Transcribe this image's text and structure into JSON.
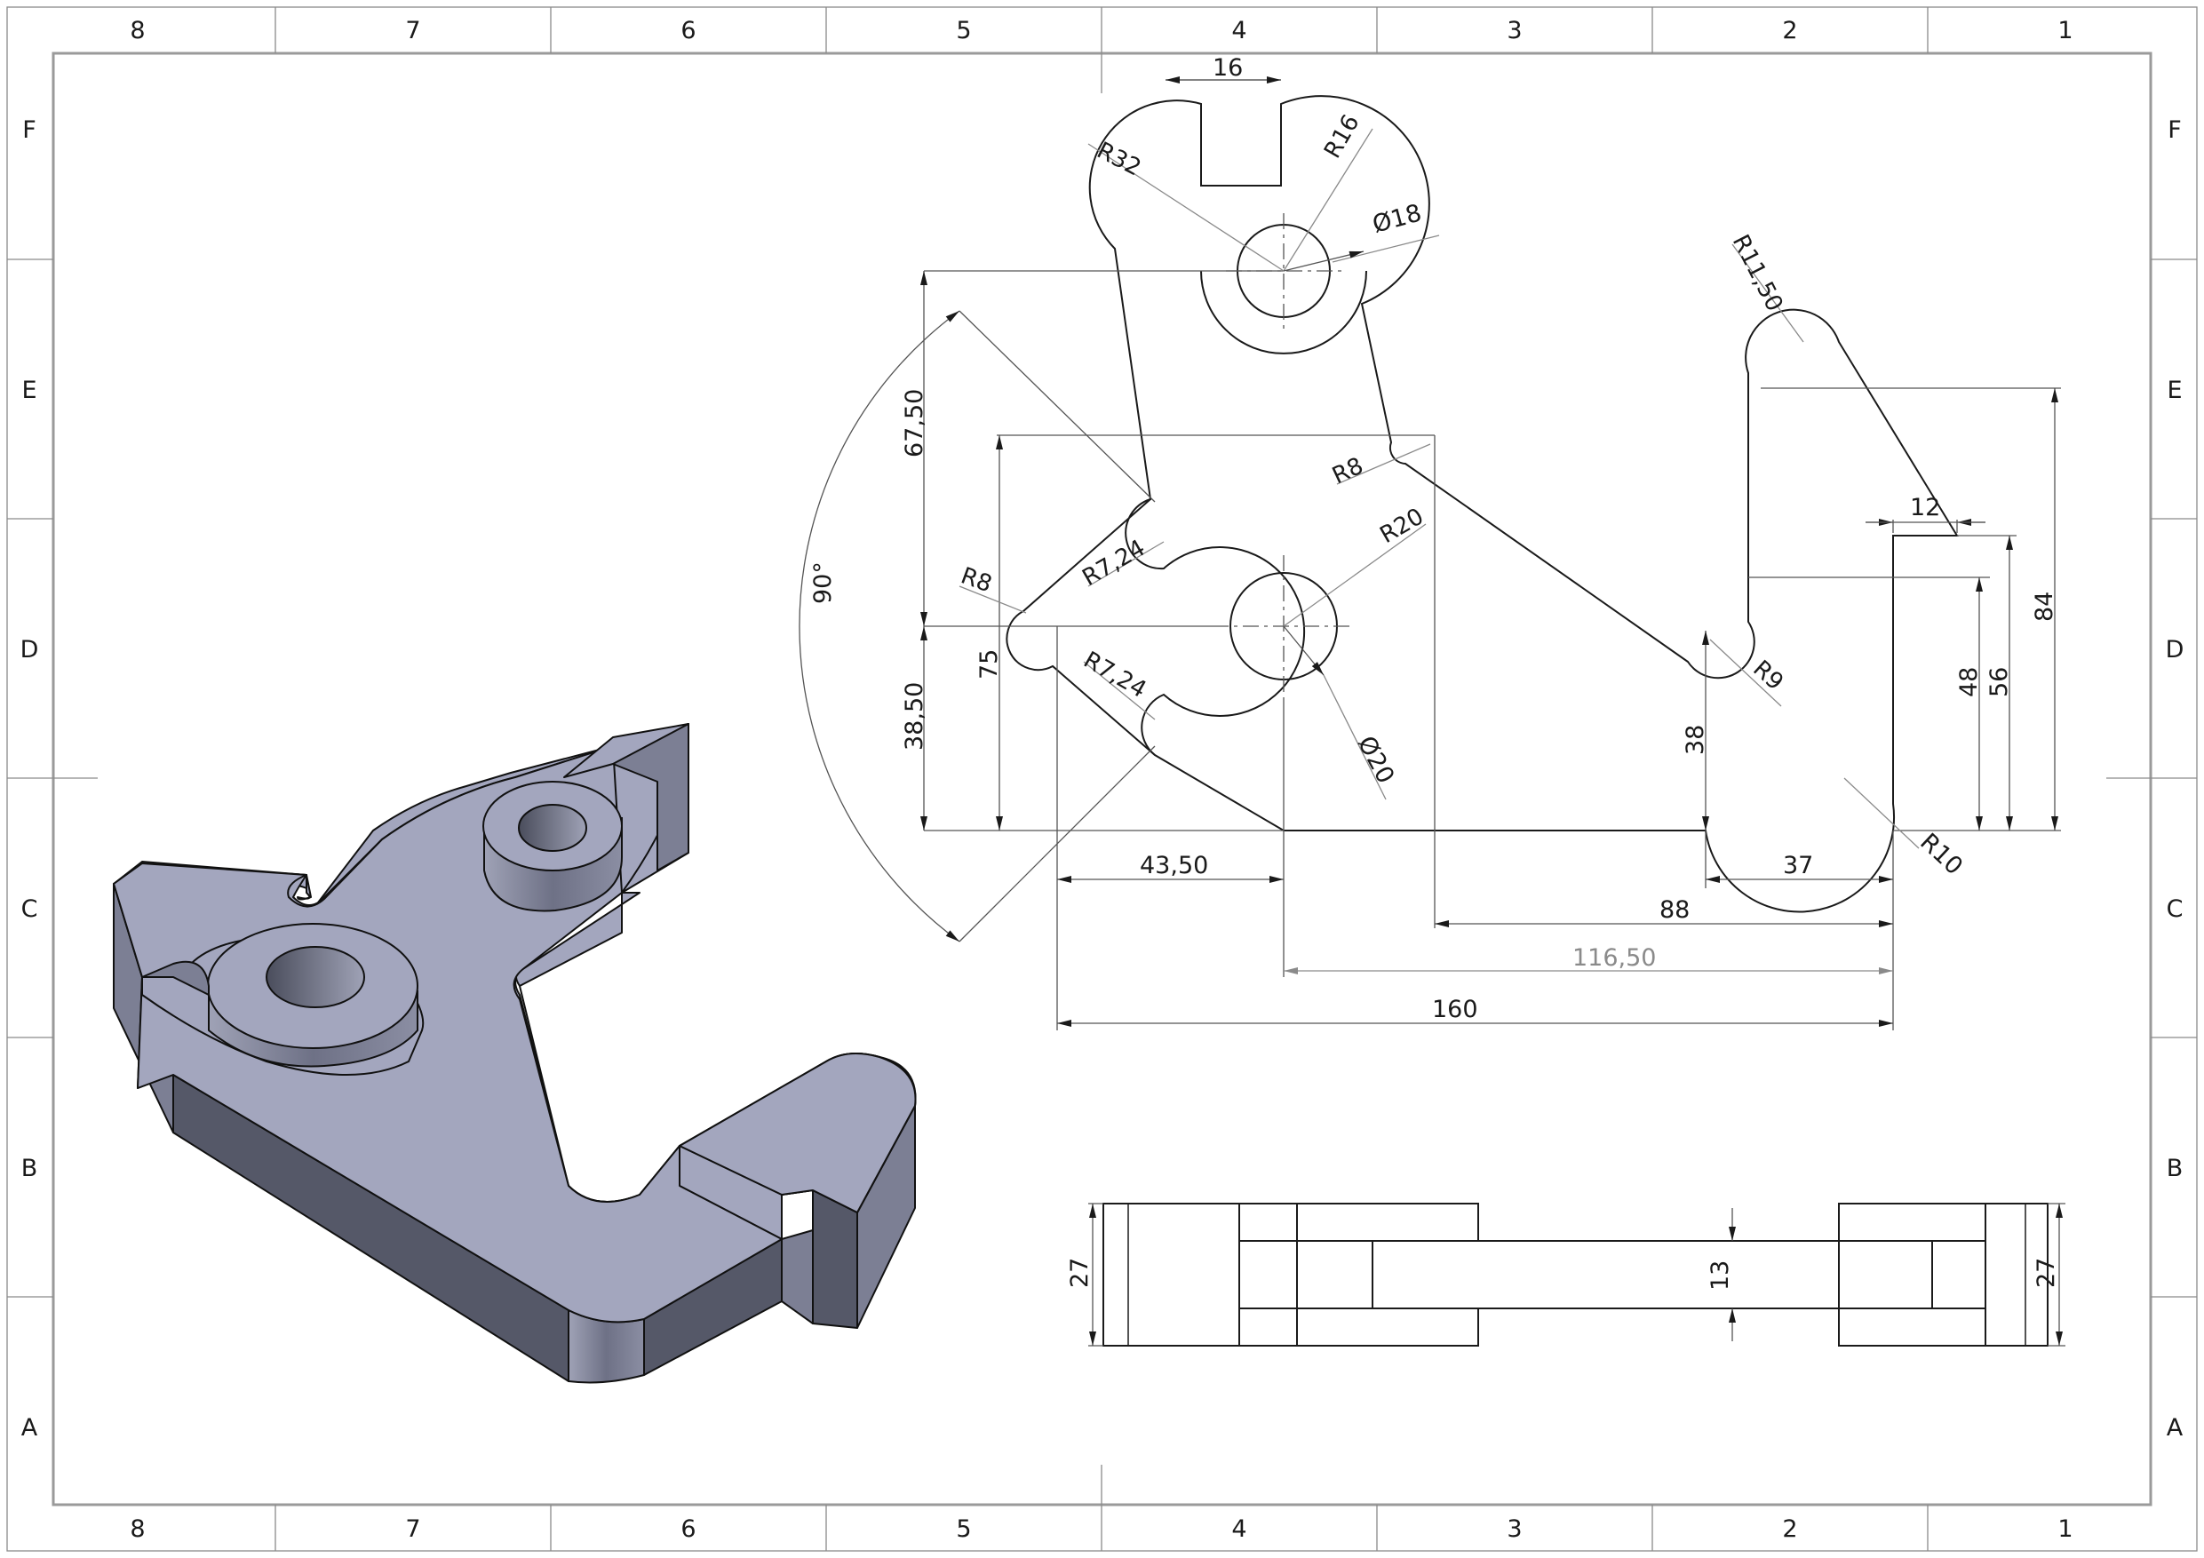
{
  "border": {
    "columns": [
      "8",
      "7",
      "6",
      "5",
      "4",
      "3",
      "2",
      "1"
    ],
    "rows": [
      "F",
      "E",
      "D",
      "C",
      "B",
      "A"
    ]
  },
  "dimensions": {
    "top_width": "16",
    "r32": "R32",
    "r16": "R16",
    "d18": "Ø18",
    "r11_50": "R11,50",
    "r8_upper": "R8",
    "r20": "R20",
    "r7_24_upper": "R7,24",
    "r8_left": "R8",
    "r7_24_lower": "R7,24",
    "d20": "Ø20",
    "r9": "R9",
    "r10": "R10",
    "angle": "90°",
    "v67_50": "67,50",
    "v38_50": "38,50",
    "v75": "75",
    "v38": "38",
    "v48": "48",
    "v56": "56",
    "v84": "84",
    "h12": "12",
    "h43_50": "43,50",
    "h37": "37",
    "h88": "88",
    "h116_50": "116,50",
    "h160": "160",
    "side_27_left": "27",
    "side_13": "13",
    "side_27_right": "27"
  },
  "colors": {
    "line": "#1a1a1a",
    "reference_dim": "#8a8a8a",
    "iso_top": "#a3a6be",
    "iso_side_dark": "#555868",
    "iso_side_mid": "#7c7f94"
  }
}
